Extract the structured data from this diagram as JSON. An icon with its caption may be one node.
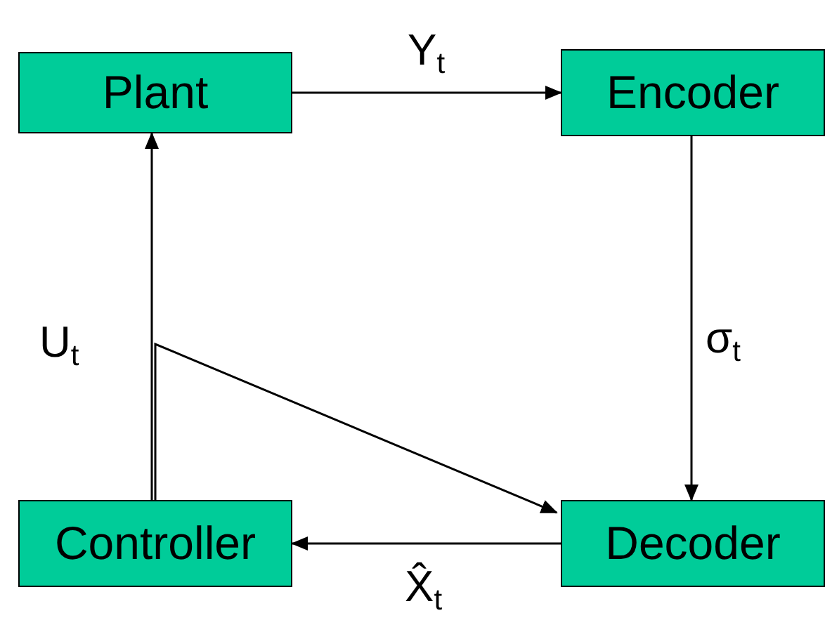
{
  "diagram": {
    "nodes": [
      {
        "text": [
          "Plant"
        ]
      },
      {
        "text": [
          "Encoder"
        ]
      },
      {
        "text": [
          "Controller"
        ]
      },
      {
        "text": [
          "Decoder"
        ]
      }
    ],
    "edges": [
      {
        "from": 0,
        "to": 1,
        "arrow": "to",
        "label": "Y$_{t}$"
      },
      {
        "from": 1,
        "to": 3,
        "arrow": "to",
        "label": "σ$_{t}$"
      },
      {
        "from": 3,
        "to": 2,
        "arrow": "to",
        "label": "X̂$_{t}$"
      },
      {
        "from": 2,
        "to": 0,
        "arrow": "to",
        "label": "U$_{t}$"
      },
      {
        "from": 2,
        "to": 3,
        "arrow": "to"
      }
    ]
  }
}
